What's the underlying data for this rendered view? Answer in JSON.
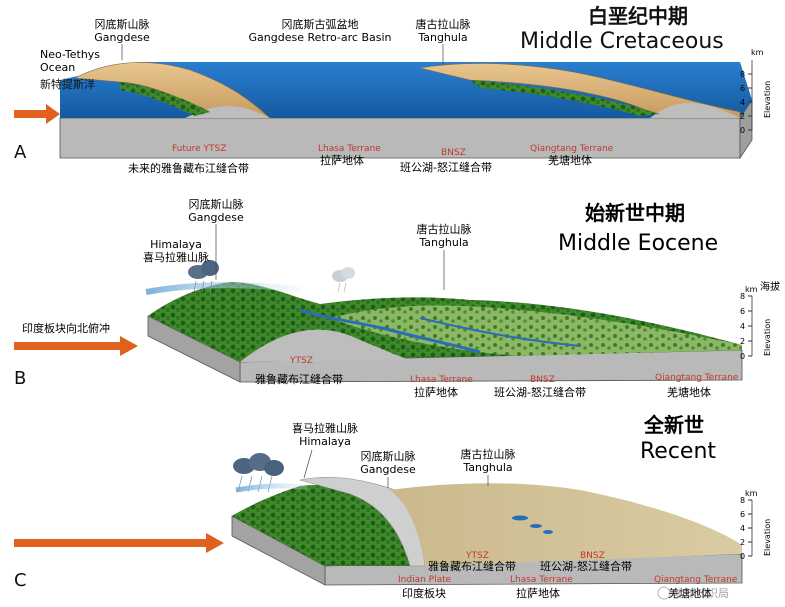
{
  "colors": {
    "ocean": "#1f6fbf",
    "forest": "#3f8a2a",
    "plateau": "#c8b68a",
    "crust": "#b8b8b8",
    "arrow": "#e0601e",
    "red_label": "#c0392b"
  },
  "axis": {
    "unit": "km",
    "label": "Elevation",
    "ticks": [
      "0",
      "2",
      "4",
      "6",
      "8"
    ]
  },
  "panels": [
    {
      "letter": "A",
      "title_cn": "白垩纪中期",
      "title_en": "Middle Cretaceous",
      "axis_cn": "",
      "labels": {
        "gangdese_cn": "冈底斯山脉",
        "gangdese_en": "Gangdese",
        "basin_cn": "冈底斯古弧盆地",
        "basin_en": "Gangdese Retro-arc Basin",
        "tanghula_cn": "唐古拉山脉",
        "tanghula_en": "Tanghula",
        "ocean_en_1": "Neo-Tethys",
        "ocean_en_2": "Ocean",
        "ocean_cn": "新特提斯洋",
        "ytsz_en": "Future YTSZ",
        "ytsz_cn": "未来的雅鲁藏布江缝合带",
        "lhasa_en": "Lhasa Terrane",
        "lhasa_cn": "拉萨地体",
        "bnsz_en": "BNSZ",
        "bnsz_cn": "班公湖-怒江缝合带",
        "qiangtang_en": "Qiangtang Terrane",
        "qiangtang_cn": "羌塘地体"
      }
    },
    {
      "letter": "B",
      "title_cn": "始新世中期",
      "title_en": "Middle Eocene",
      "axis_cn": "海拔",
      "labels": {
        "gangdese_cn": "冈底斯山脉",
        "gangdese_en": "Gangdese",
        "himalaya_en": "Himalaya",
        "himalaya_cn": "喜马拉雅山脉",
        "tanghula_cn": "唐古拉山脉",
        "tanghula_en": "Tanghula",
        "arrow_text": "印度板块向北俯冲",
        "ytsz_en": "YTSZ",
        "ytsz_cn": "雅鲁藏布江缝合带",
        "lhasa_en": "Lhasa Terrane",
        "lhasa_cn": "拉萨地体",
        "bnsz_en": "BNSZ",
        "bnsz_cn": "班公湖-怒江缝合带",
        "qiangtang_en": "Qiangtang Terrane",
        "qiangtang_cn": "羌塘地体"
      }
    },
    {
      "letter": "C",
      "title_cn": "全新世",
      "title_en": "Recent",
      "axis_cn": "",
      "labels": {
        "himalaya_cn": "喜马拉雅山脉",
        "himalaya_en": "Himalaya",
        "gangdese_cn": "冈底斯山脉",
        "gangdese_en": "Gangdese",
        "tanghula_cn": "唐古拉山脉",
        "tanghula_en": "Tanghula",
        "ytsz_en": "YTSZ",
        "ytsz_cn": "雅鲁藏布江缝合带",
        "bnsz_en": "BNSZ",
        "bnsz_cn": "班公湖-怒江缝合带",
        "indian_en": "Indian Plate",
        "indian_cn": "印度板块",
        "lhasa_en": "Lhasa Terrane",
        "lhasa_cn": "拉萨地体",
        "qiangtang_en": "Qiangtang Terrane",
        "qiangtang_cn": "羌塘地体"
      }
    }
  ],
  "watermark": "地球知识局"
}
